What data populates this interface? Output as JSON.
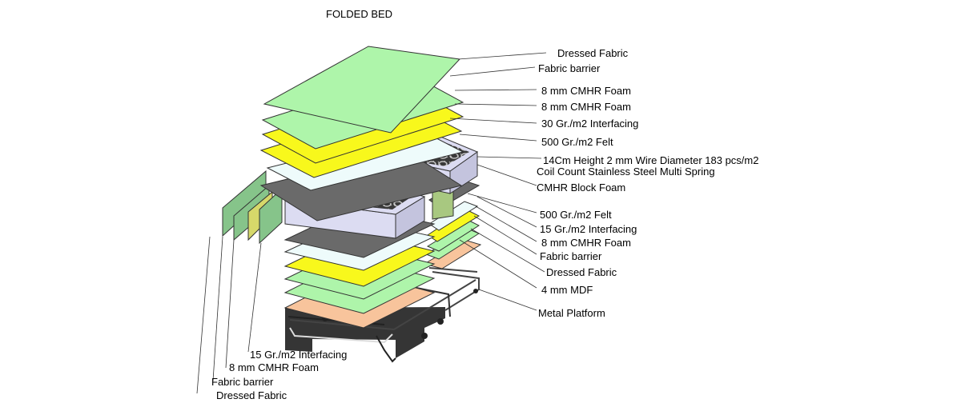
{
  "title": "FOLDED BED",
  "colors": {
    "fabric_green": "#aef5aa",
    "foam_yellow": "#f8f81c",
    "interfacing_white": "#eefbfb",
    "felt_gray": "#6a6a6a",
    "block_foam_lavender": "#dcdcf2",
    "mdf_orange": "#f8c49c",
    "barrier_olive": "#86c48a",
    "frame_dark": "#333333"
  },
  "labels": {
    "right": [
      "Dressed Fabric",
      "Fabric barrier",
      "8 mm CMHR Foam",
      "8 mm CMHR Foam",
      "30 Gr./m2 Interfacing",
      "500 Gr./m2 Felt",
      "14Cm Height 2 mm Wire Diameter 183 pcs/m2",
      "Coil Count Stainless Steel Multi Spring",
      "CMHR Block Foam",
      "500 Gr./m2 Felt",
      "15 Gr./m2 Interfacing",
      "8 mm CMHR Foam",
      "Fabric barrier",
      "Dressed Fabric",
      "4 mm MDF",
      "Metal Platform"
    ],
    "left": [
      "15 Gr./m2 Interfacing",
      "8 mm CMHR Foam",
      "Fabric barrier",
      "Dressed Fabric"
    ]
  },
  "icons": {
    "spring_coils": "spring-coil-pattern-icon"
  }
}
